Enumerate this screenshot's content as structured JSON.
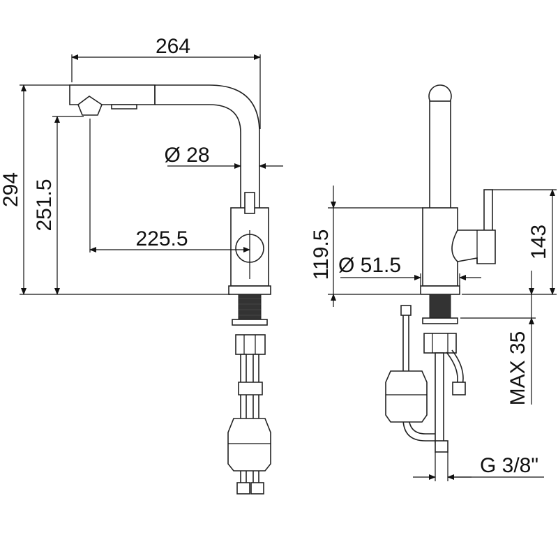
{
  "dimensions": {
    "width_total": "264",
    "height_total": "294",
    "spout_height": "251.5",
    "spout_reach": "225.5",
    "spout_diameter": "Ø 28",
    "body_height": "119.5",
    "base_diameter": "Ø 51.5",
    "handle_height": "143",
    "max_thickness": "MAX 35",
    "connection_thread": "G 3/8\""
  },
  "colors": {
    "line": "#111111",
    "fill_dark": "#333333",
    "background": "#ffffff"
  }
}
